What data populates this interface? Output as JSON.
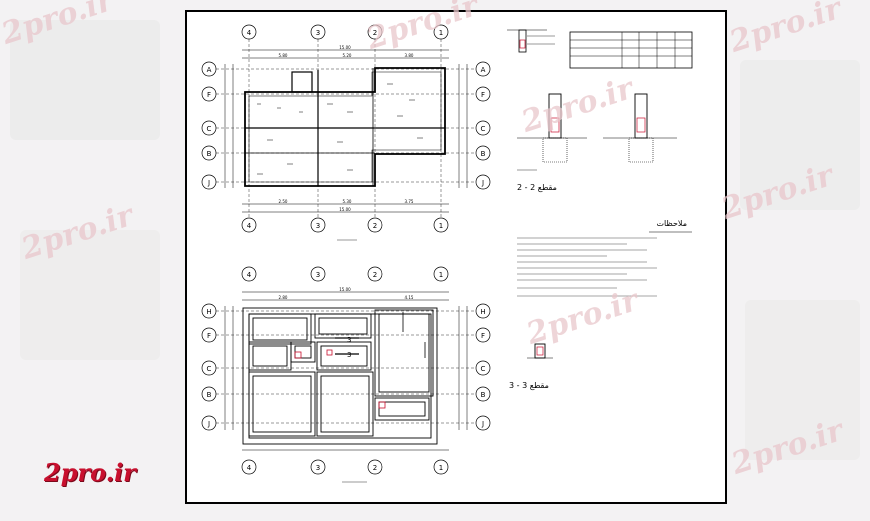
{
  "watermark": {
    "text": "2pro.ir"
  },
  "brand": {
    "logo_text": "2pro.ir"
  },
  "grid": {
    "columns": [
      "4",
      "3",
      "2",
      "1"
    ],
    "rows_plan1": [
      "A",
      "F",
      "C",
      "B",
      "J"
    ],
    "rows_plan2": [
      "H",
      "F",
      "C",
      "B",
      "J"
    ]
  },
  "plan1": {
    "dim_top": "15.00",
    "dim_top_parts": [
      "5.80",
      "5.20",
      "3.80"
    ],
    "dim_bottom_parts": [
      "2.50",
      "5.30",
      "3.75"
    ],
    "dim_bottom_total": "15.00"
  },
  "plan2": {
    "dim_top": "15.00",
    "dim_top_parts": [
      "2.80",
      "4.15"
    ],
    "section_mark": "3"
  },
  "sections": {
    "section2_label": "مقطع 2 - 2",
    "section3_label": "مقطع 3 - 3",
    "notes_header": "ملاحظات"
  },
  "colors": {
    "accent": "#c8102e",
    "line": "#000000",
    "watermark": "#e9c7cc"
  }
}
